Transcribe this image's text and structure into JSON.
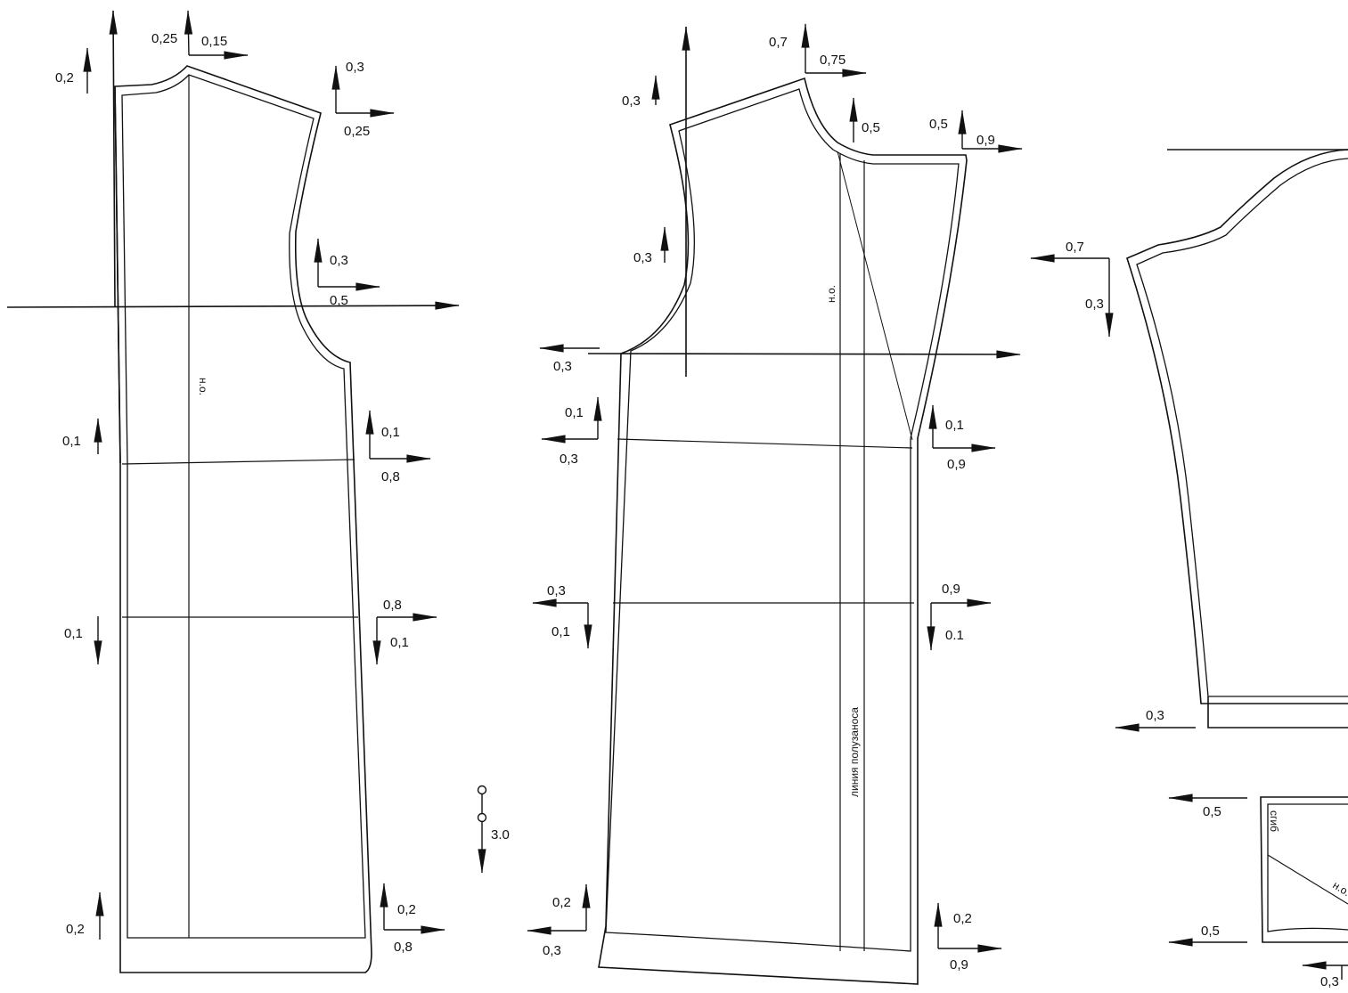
{
  "colors": {
    "ink": "#111111",
    "paper": "#ffffff"
  },
  "back": {
    "labels": {
      "neck_up": "0,2",
      "shoulder_up": "0,25",
      "shoulder_right": "0,15",
      "shoulder_end_up": "0,3",
      "shoulder_end_right": "0,25",
      "armhole_up": "0,3",
      "armhole_right": "0,5",
      "centre_line": "н.о.",
      "waist_left_up": "0,1",
      "waist_side_up": "0,1",
      "waist_side_right": "0,8",
      "hip_left_down": "0,1",
      "hip_side_right": "0,8",
      "hip_side_down": "0,1",
      "hem_left_up": "0,2",
      "hem_side_up": "0,2",
      "hem_side_right": "0,8"
    }
  },
  "hem_allowance": {
    "value": "3.0"
  },
  "front": {
    "labels": {
      "armhole_up": "0,3",
      "armhole_mid_up": "0,3",
      "side_top_left": "0,3",
      "shoulder_up": "0,7",
      "shoulder_right": "0,75",
      "neck_up": "0,5",
      "centre_up": "0,5",
      "centre_right": "0,9",
      "grain_line": "н.о.",
      "waist_side_up": "0,1",
      "waist_side_left": "0,3",
      "waist_centre_up": "0,1",
      "waist_centre_right": "0,9",
      "hip_side_left": "0,3",
      "hip_side_down": "0,1",
      "hip_centre_right": "0,9",
      "hip_centre_down": "0.1",
      "overlap_line": "линия полузаноса",
      "hem_side_up": "0,2",
      "hem_side_left": "0,3",
      "hem_centre_up": "0,2",
      "hem_centre_right": "0,9"
    }
  },
  "sleeve": {
    "labels": {
      "top_left": "0,7",
      "top_down": "0,3",
      "hem_left": "0,3"
    }
  },
  "cuff": {
    "labels": {
      "top_left": "0,5",
      "fold": "сгиб",
      "grain": "н.о.",
      "bottom_left": "0,5",
      "bottom_corner": "0,3"
    }
  }
}
